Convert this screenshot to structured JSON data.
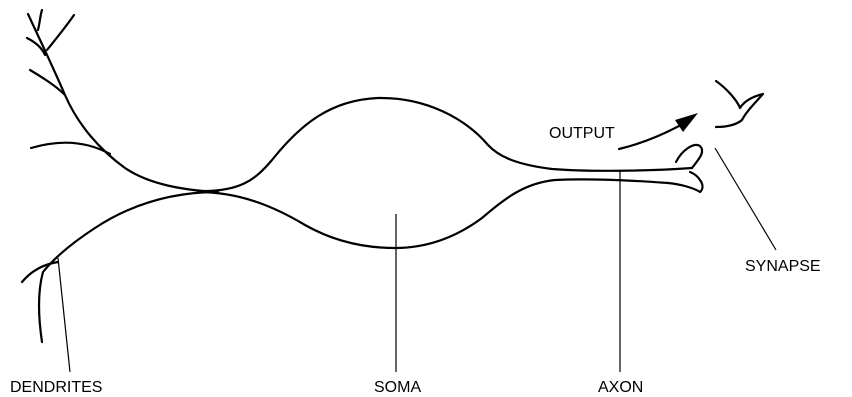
{
  "labels": {
    "dendrites": "DENDRITES",
    "soma": "SOMA",
    "axon": "AXON",
    "output": "OUTPUT",
    "synapse": "SYNAPSE"
  }
}
